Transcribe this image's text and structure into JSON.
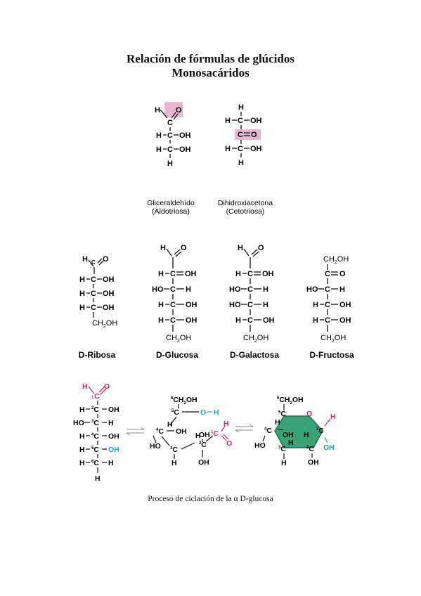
{
  "title_line1": "Relación de fórmulas de glúcidos",
  "title_line2": "Monosacáridos",
  "trioses": [
    {
      "name": "Gliceraldehído",
      "sub": "(Aldotriosa)"
    },
    {
      "name": "Dihidroxiacetona",
      "sub": "(Cetotriosa)"
    }
  ],
  "monosaccharides": [
    "D-Ribosa",
    "D-Glucosa",
    "D-Galactosa",
    "D-Fructosa"
  ],
  "caption": "Proceso de ciclación de la α D-glucosa",
  "colors": {
    "highlight": "#e6b8d0",
    "red": "#d6245a",
    "blue": "#1aa9c9",
    "ring": "#3aa374"
  }
}
